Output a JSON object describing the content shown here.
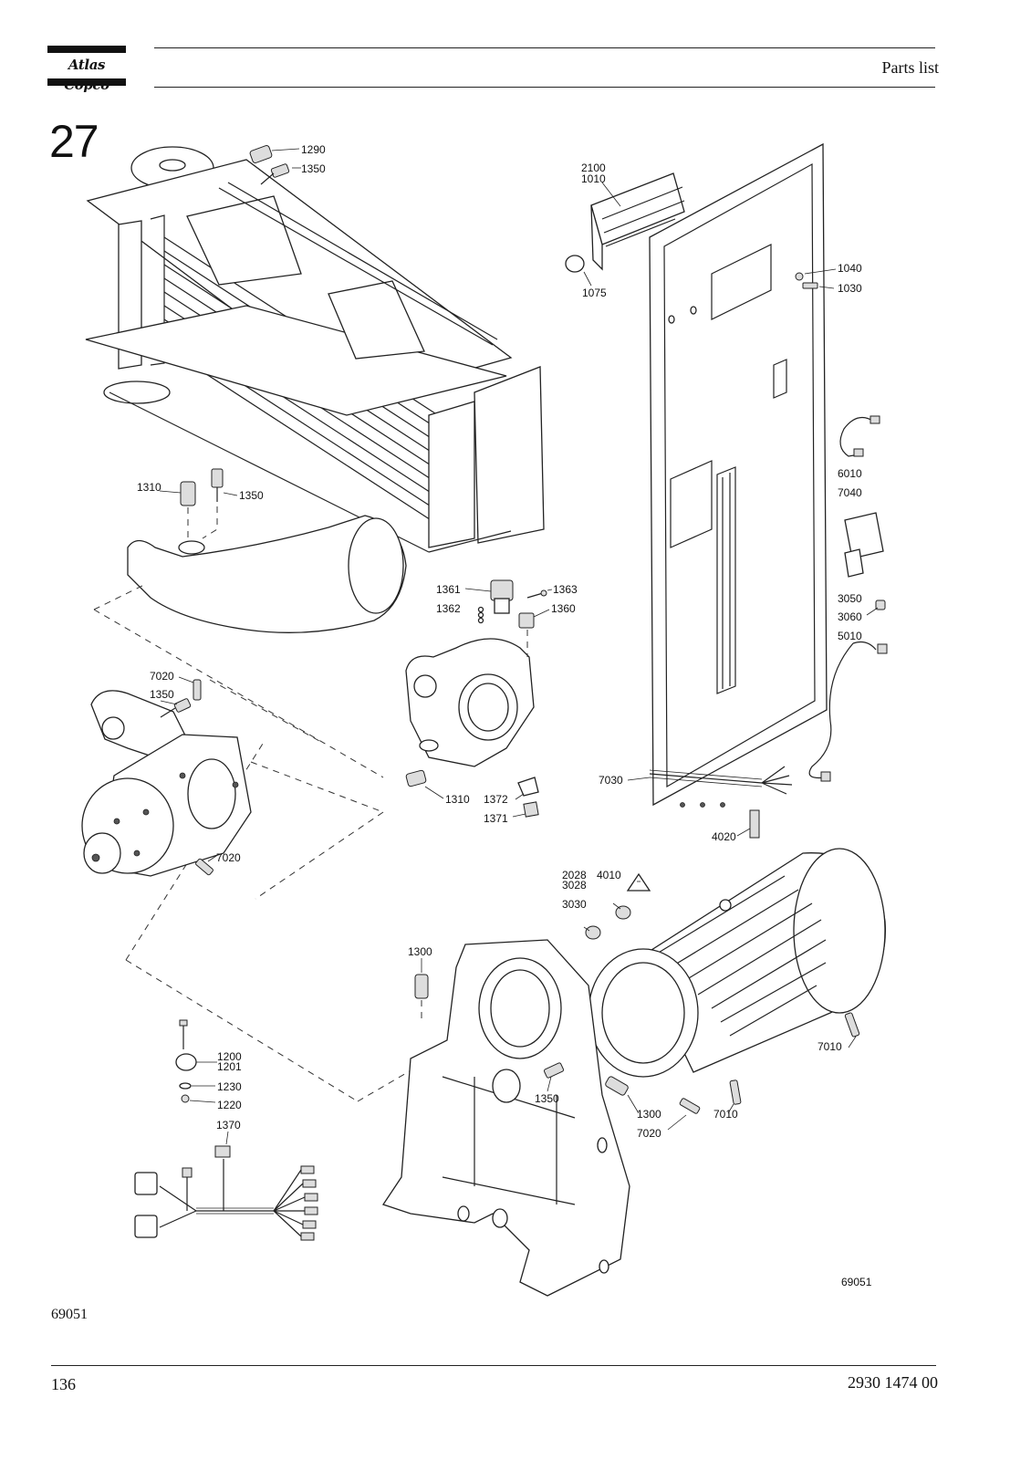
{
  "header": {
    "brand": "Atlas Copco",
    "title": "Parts list"
  },
  "section_number": "27",
  "drawing_number_inset": "69051",
  "drawing_number": "69051",
  "callouts": {
    "c1290": "1290",
    "c1350a": "1350",
    "c2100": "2100",
    "c1010": "1010",
    "c1075": "1075",
    "c1040": "1040",
    "c1030": "1030",
    "c6010": "6010",
    "c7040": "7040",
    "c1310a": "1310",
    "c1350b": "1350",
    "c1361": "1361",
    "c1363": "1363",
    "c1362": "1362",
    "c1360": "1360",
    "c3050": "3050",
    "c3060": "3060",
    "c5010": "5010",
    "c7020a": "7020",
    "c1350c": "1350",
    "c1310b": "1310",
    "c1372": "1372",
    "c1371": "1371",
    "c7030": "7030",
    "c4020": "4020",
    "c7020b": "7020",
    "c2028": "2028",
    "c3028": "3028",
    "c4010": "4010",
    "c3030": "3030",
    "c1300a": "1300",
    "c1200": "1200",
    "c1201": "1201",
    "c1230": "1230",
    "c1220": "1220",
    "c1370": "1370",
    "c7010a": "7010",
    "c1350d": "1350",
    "c1300b": "1300",
    "c7010b": "7010",
    "c7020c": "7020"
  },
  "footer": {
    "page_number": "136",
    "document_number": "2930 1474 00"
  }
}
